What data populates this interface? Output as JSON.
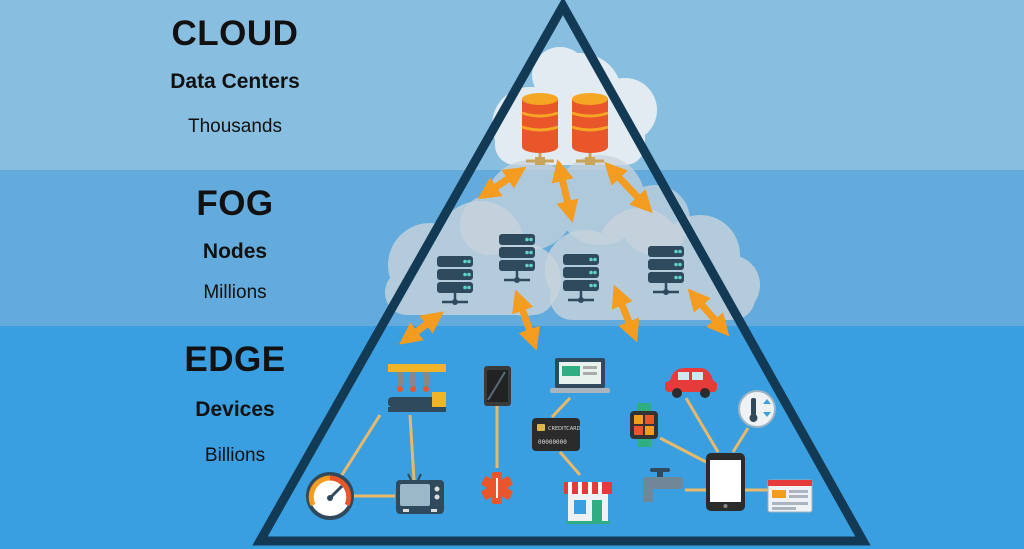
{
  "tiers": {
    "cloud": {
      "title": "CLOUD",
      "subtitle": "Data Centers",
      "count": "Thousands"
    },
    "fog": {
      "title": "FOG",
      "subtitle": "Nodes",
      "count": "Millions"
    },
    "edge": {
      "title": "EDGE",
      "subtitle": "Devices",
      "count": "Billions"
    }
  },
  "device_labels": {
    "credit_card": "CREDITCARD",
    "card_number": "00000000"
  },
  "colors": {
    "cloud_band": "#88bfe0",
    "fog_band": "#62abdc",
    "edge_band": "#3a9fe0",
    "pyramid_outline": "#123a55",
    "arrows": "#f39c1f",
    "database": "#e8562a",
    "server": "#2f4a5c",
    "connector": "#e8b96a"
  }
}
